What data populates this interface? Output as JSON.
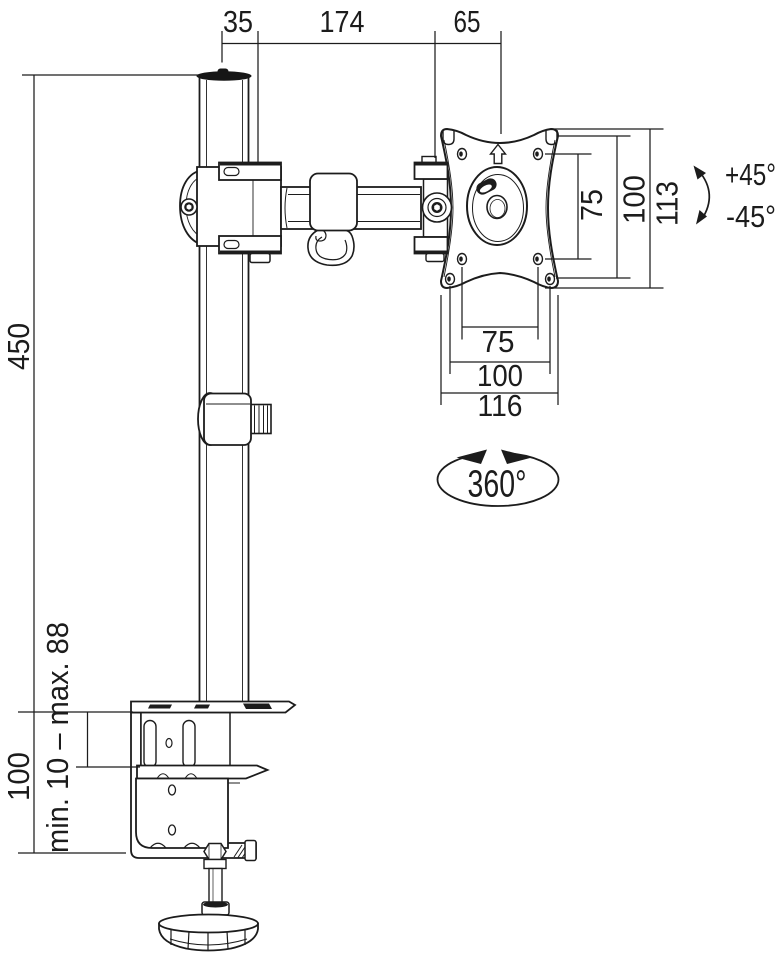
{
  "meta": {
    "description": "Technical dimension drawing of a single monitor desk mount arm with pole, desk clamp and VESA plate"
  },
  "dims": {
    "top_offset": "35",
    "top_arm": "174",
    "top_vesa": "65",
    "pole_height": "450",
    "desk_range": "min. 10 – max. 88",
    "base_height": "100",
    "vesa_v_inner": "75",
    "vesa_v_outer": "100",
    "vesa_v_plate": "113",
    "vesa_h_inner": "75",
    "vesa_h_outer": "100",
    "vesa_h_plate": "116",
    "tilt_up": "+45°",
    "tilt_down": "-45°",
    "swivel": "360°"
  },
  "colors": {
    "line": "#1c1c1c",
    "background": "#ffffff"
  }
}
